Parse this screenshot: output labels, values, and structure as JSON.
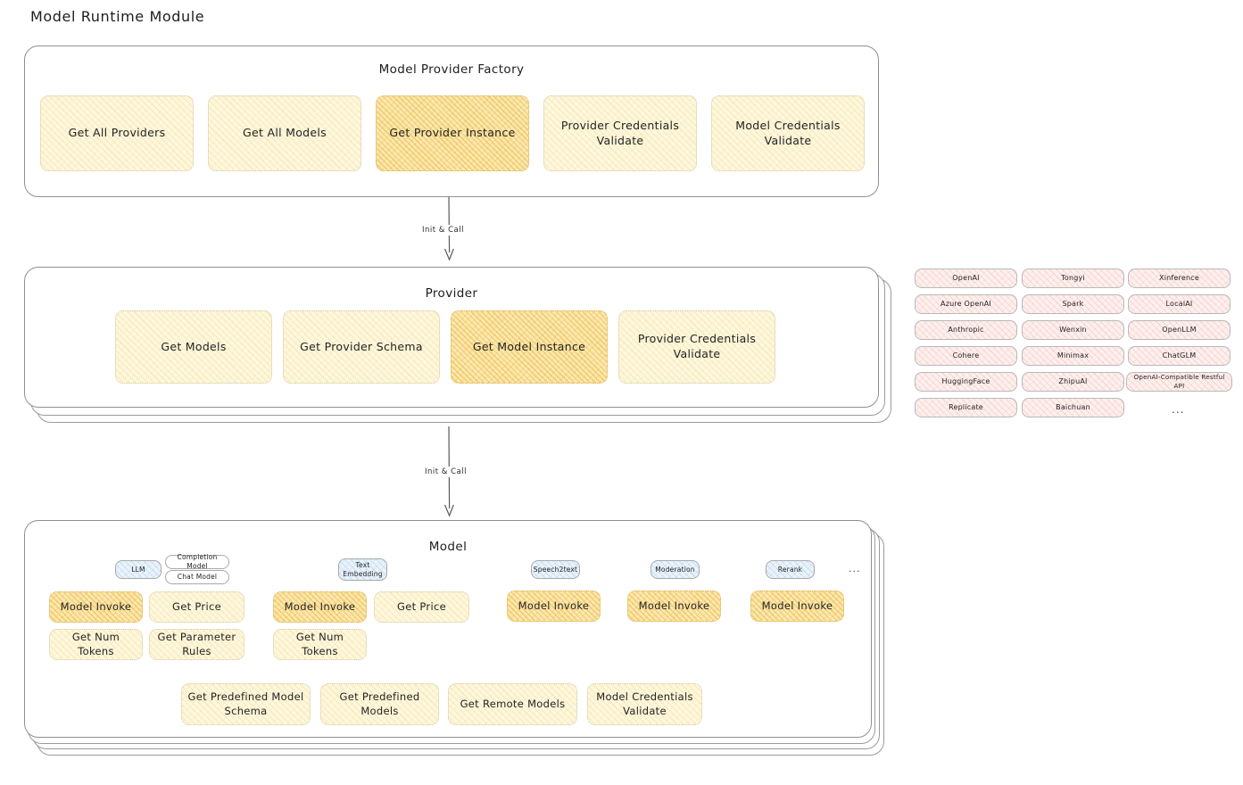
{
  "page": {
    "title": "Model Runtime Module"
  },
  "colors": {
    "node_yellow": "#fdf7e0",
    "node_orange_highlight": "#fbe8b4",
    "chip_pink": "#fdf0ee",
    "chip_blue": "#eaf3fb",
    "panel_border": "#8f8f8f",
    "text": "#232323"
  },
  "factory": {
    "title": "Model Provider Factory",
    "nodes": [
      {
        "label": "Get All Providers",
        "highlight": false
      },
      {
        "label": "Get All Models",
        "highlight": false
      },
      {
        "label": "Get Provider Instance",
        "highlight": true
      },
      {
        "label": "Provider Credentials Validate",
        "highlight": false
      },
      {
        "label": "Model Credentials Validate",
        "highlight": false
      }
    ]
  },
  "arrows": {
    "factory_to_provider": "Init & Call",
    "provider_to_model": "Init & Call"
  },
  "provider": {
    "title": "Provider",
    "nodes": [
      {
        "label": "Get Models",
        "highlight": false
      },
      {
        "label": "Get Provider Schema",
        "highlight": false
      },
      {
        "label": "Get Model Instance",
        "highlight": true
      },
      {
        "label": "Provider Credentials Validate",
        "highlight": false
      }
    ]
  },
  "provider_list": {
    "ellipsis": "...",
    "columns": [
      [
        "OpenAI",
        "Azure OpenAI",
        "Anthropic",
        "Cohere",
        "HuggingFace",
        "Replicate"
      ],
      [
        "Tongyi",
        "Spark",
        "Wenxin",
        "Minimax",
        "ZhipuAI",
        "Baichuan"
      ],
      [
        "Xinference",
        "LocalAI",
        "OpenLLM",
        "ChatGLM",
        "OpenAI-Compatible Restful API"
      ]
    ]
  },
  "model": {
    "title": "Model",
    "ellipsis": "...",
    "types": [
      {
        "name": "LLM",
        "subtypes": [
          "Completion Model",
          "Chat Model"
        ],
        "methods": [
          {
            "label": "Model Invoke",
            "highlight": true
          },
          {
            "label": "Get Price",
            "highlight": false
          },
          {
            "label": "Get Num Tokens",
            "highlight": false
          },
          {
            "label": "Get Parameter Rules",
            "highlight": false
          }
        ]
      },
      {
        "name": "Text Embedding",
        "subtypes": [],
        "methods": [
          {
            "label": "Model Invoke",
            "highlight": true
          },
          {
            "label": "Get Price",
            "highlight": false
          },
          {
            "label": "Get Num Tokens",
            "highlight": false
          }
        ]
      },
      {
        "name": "Speech2text",
        "subtypes": [],
        "methods": [
          {
            "label": "Model Invoke",
            "highlight": true
          }
        ]
      },
      {
        "name": "Moderation",
        "subtypes": [],
        "methods": [
          {
            "label": "Model Invoke",
            "highlight": true
          }
        ]
      },
      {
        "name": "Rerank",
        "subtypes": [],
        "methods": [
          {
            "label": "Model Invoke",
            "highlight": true
          }
        ]
      }
    ],
    "common_methods": [
      "Get Predefined Model Schema",
      "Get Predefined Models",
      "Get Remote Models",
      "Model Credentials Validate"
    ]
  }
}
